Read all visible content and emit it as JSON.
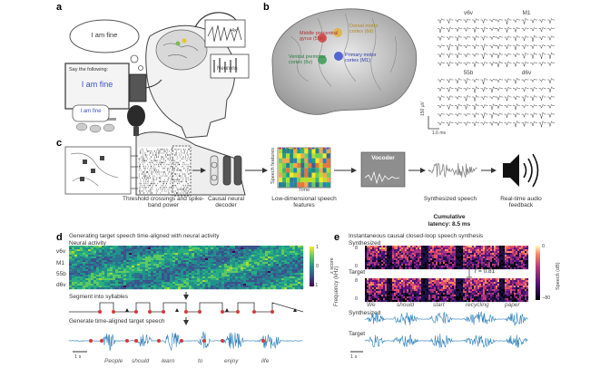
{
  "panels": {
    "a": {
      "label": "a",
      "thought_bubble": "I am fine",
      "screen_prompt": "Say the following:",
      "screen_text": "I am fine",
      "speech_bubble": "I am fine",
      "zoom": "4x",
      "neurons_label": "Neurons"
    },
    "b": {
      "label": "b",
      "regions": [
        "Middle precentral gyrus (55b)",
        "Dorsal motor cortex (6d)",
        "Ventral premotor cortex (6v)",
        "Primary motor cortex (M1)"
      ],
      "region_colors": [
        "#d33a3a",
        "#e0b23a",
        "#3a9a55",
        "#3a4fcf"
      ],
      "grid_titles": [
        "v6v",
        "M1",
        "55b",
        "d6v"
      ],
      "scale_v": "150 µV",
      "scale_t": "1.6 ms"
    },
    "c": {
      "label": "c",
      "step1": "Threshold crossings and spike-band power",
      "step2": "Causal neural decoder",
      "step3_axis_y": "Speech features",
      "step3_axis_x": "Time",
      "step3": "Low-dimensional speech features",
      "vocoder": "Vocoder",
      "step4": "Synthesized speech",
      "step5": "Real-time audio feedback",
      "latency_line1": "Cumulative",
      "latency_line2": "latency: 8.5 ms"
    },
    "d": {
      "label": "d",
      "title": "Generating target speech time-aligned with neural activity",
      "subtitle": "Neural activity",
      "rows": [
        "v6v",
        "M1",
        "55b",
        "d6v"
      ],
      "colorbar_label": "z score",
      "colorbar_ticks": [
        "1",
        "0",
        "−1"
      ],
      "segment_label": "Segment into syllables",
      "generate_label": "Generate time-aligned target speech",
      "scale": "1 s",
      "words": [
        "People",
        "should",
        "learn",
        "to",
        "enjoy",
        "life"
      ]
    },
    "e": {
      "label": "e",
      "title": "Instantaneous causal closed-loop speech synthesis",
      "synth_label": "Synthesized",
      "target_label": "Target",
      "freq_label": "Frequency (kHz)",
      "freq_ticks": [
        "8",
        "0",
        "8",
        "0"
      ],
      "r_value": "r = 0.81",
      "colorbar_label": "Speech (dB)",
      "colorbar_ticks": [
        "0",
        "−80"
      ],
      "words": [
        "We",
        "should",
        "start",
        "recycling",
        "paper"
      ],
      "wave_synth_label": "Synthesized",
      "wave_target_label": "Target",
      "scale": "1 s"
    }
  }
}
